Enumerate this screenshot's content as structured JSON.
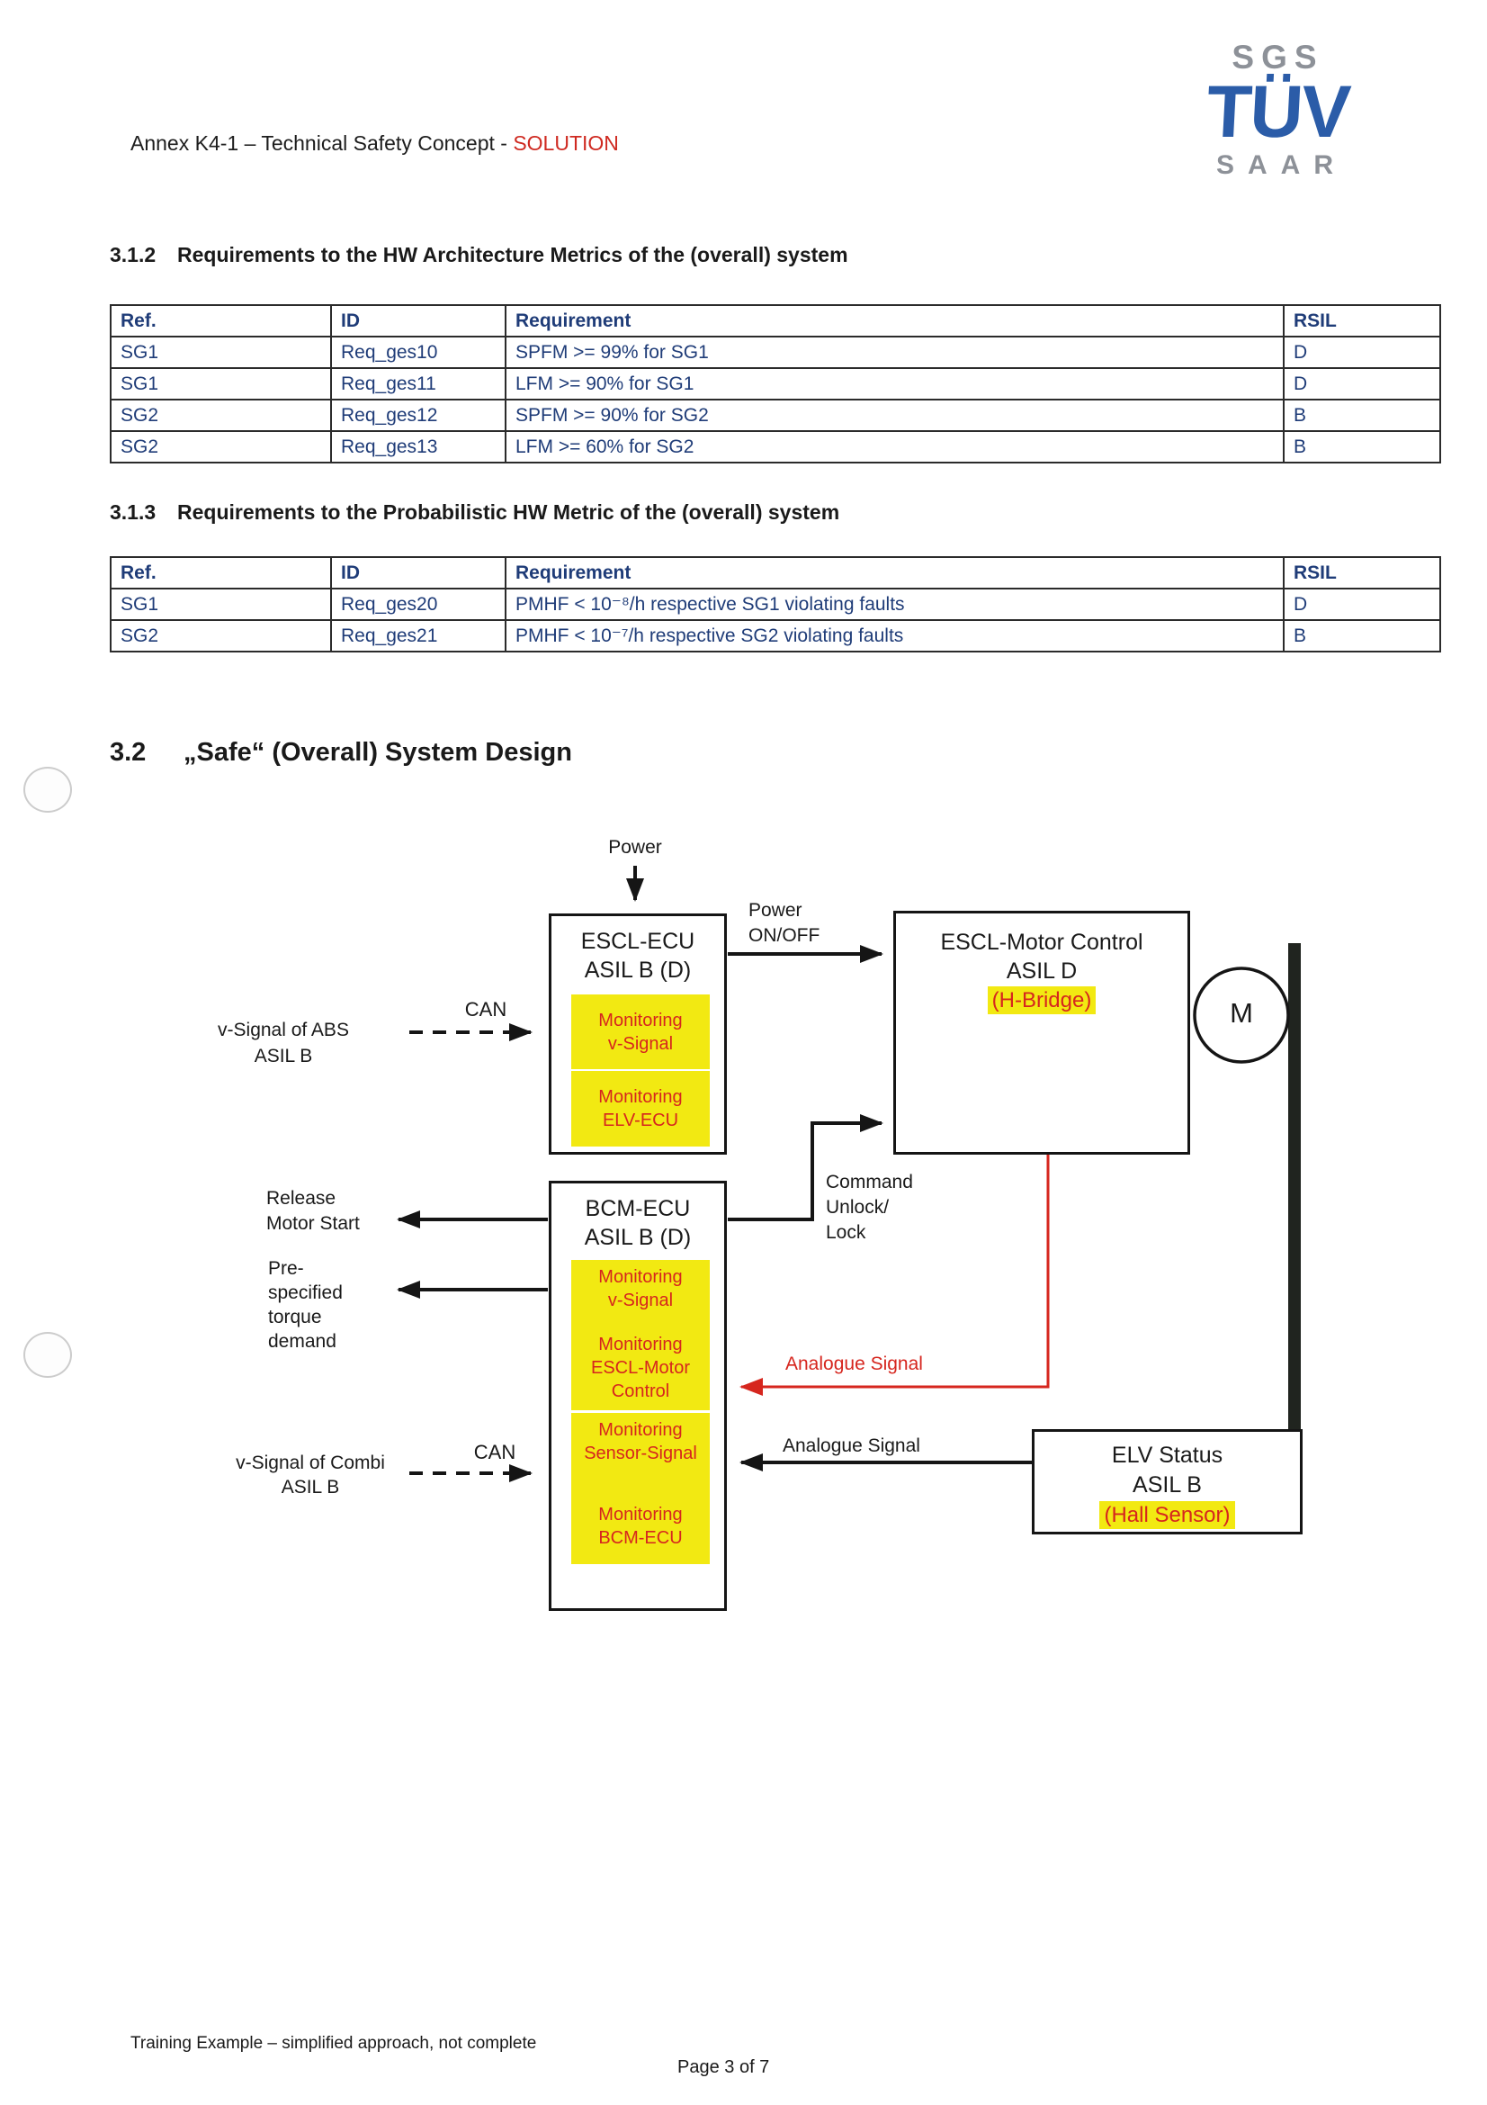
{
  "header": {
    "title_prefix": "Annex K4-1 – Technical Safety Concept - ",
    "title_highlight": "SOLUTION"
  },
  "logo": {
    "top": "SGS",
    "middle": "TÜV",
    "bottom": "SAAR"
  },
  "sections": {
    "s312": {
      "number": "3.1.2",
      "title": "Requirements to the HW Architecture Metrics of the (overall) system"
    },
    "s313": {
      "number": "3.1.3",
      "title": "Requirements to the Probabilistic HW Metric of the (overall) system"
    },
    "s32": {
      "number": "3.2",
      "title": "„Safe“ (Overall) System Design"
    }
  },
  "tables": [
    {
      "headers": [
        "Ref.",
        "ID",
        "Requirement",
        "RSIL"
      ],
      "rows": [
        [
          "SG1",
          "Req_ges10",
          "SPFM >= 99% for SG1",
          "D"
        ],
        [
          "SG1",
          "Req_ges11",
          "LFM >= 90% for SG1",
          "D"
        ],
        [
          "SG2",
          "Req_ges12",
          "SPFM >= 90% for SG2",
          "B"
        ],
        [
          "SG2",
          "Req_ges13",
          "LFM >= 60% for SG2",
          "B"
        ]
      ]
    },
    {
      "headers": [
        "Ref.",
        "ID",
        "Requirement",
        "RSIL"
      ],
      "rows": [
        [
          "SG1",
          "Req_ges20",
          "PMHF < 10⁻⁸/h respective SG1 violating faults",
          "D"
        ],
        [
          "SG2",
          "Req_ges21",
          "PMHF < 10⁻⁷/h respective SG2 violating faults",
          "B"
        ]
      ]
    }
  ],
  "diagram": {
    "power_label": "Power",
    "power_onoff_label": "Power\nON/OFF",
    "can_label_top": "CAN",
    "can_label_bottom": "CAN",
    "abs_signal_label": "v-Signal of ABS\nASIL B",
    "combi_signal_label": "v-Signal of Combi\nASIL B",
    "release_label": "Release\nMotor Start",
    "torque_label": "Pre-\nspecified\ntorque\ndemand",
    "command_label": "Command\nUnlock/\nLock",
    "analogue_red_label": "Analogue Signal",
    "analogue_black_label": "Analogue Signal",
    "boxes": {
      "escl_ecu": {
        "title": "ESCL-ECU",
        "subtitle": "ASIL B (D)",
        "monitors": [
          "Monitoring\nv-Signal",
          "Monitoring\nELV-ECU"
        ]
      },
      "bcm_ecu": {
        "title": "BCM-ECU",
        "subtitle": "ASIL B (D)",
        "monitors_a": [
          "Monitoring\nv-Signal",
          "Monitoring\nESCL-Motor\nControl"
        ],
        "monitors_b": [
          "Monitoring\nSensor-Signal",
          "Monitoring\nBCM-ECU"
        ]
      },
      "motor_control": {
        "title": "ESCL-Motor Control",
        "subtitle": "ASIL D",
        "highlight": "(H-Bridge)"
      },
      "elv_status": {
        "title": "ELV Status",
        "subtitle": "ASIL B",
        "highlight": "(Hall Sensor)"
      },
      "motor": {
        "label": "M"
      }
    }
  },
  "footer": {
    "note": "Training Example – simplified approach, not complete",
    "page": "Page 3 of 7"
  },
  "colors": {
    "accent_red": "#d6261e",
    "highlight_yellow": "#f2e912",
    "table_text": "#1f3c78",
    "tuv_blue": "#2b5ca8",
    "logo_gray": "#8d9198"
  }
}
